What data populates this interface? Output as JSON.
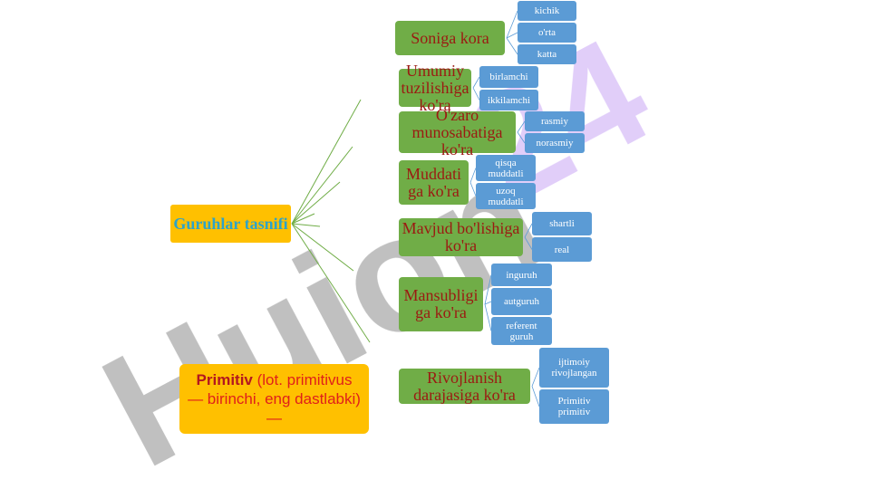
{
  "root": {
    "label": "Guruhlar tasnifi"
  },
  "categories": [
    {
      "label": "Soniga kora",
      "leaves": [
        "kichik",
        "o'rta",
        "katta"
      ]
    },
    {
      "label": "Umumiy tuzilishiga ko'ra",
      "leaves": [
        "birlamchi",
        "ikkilamchi"
      ]
    },
    {
      "label": "O'zaro munosabatiga ko'ra",
      "leaves": [
        "rasmiy",
        "norasmiy"
      ]
    },
    {
      "label": "Muddati ga ko'ra",
      "leaves": [
        "qisqa muddatli",
        "uzoq muddatli"
      ]
    },
    {
      "label": "Mavjud bo'lishiga ko'ra",
      "leaves": [
        "shartli",
        "real"
      ]
    },
    {
      "label": "Mansubligi ga ko'ra",
      "leaves": [
        "inguruh",
        "autguruh",
        "referent guruh"
      ]
    },
    {
      "label": "Rivojlanish darajasiga ko'ra",
      "leaves": [
        "ijtimoiy rivojlangan",
        "Primitiv primitiv"
      ]
    }
  ],
  "definition": {
    "term": "Primitiv",
    "text": " (lot. primitivus — birinchi, eng dastlabki)—"
  },
  "colors": {
    "root_fill": "#ffc000",
    "root_text": "#2ea3c8",
    "category_fill": "#70ad47",
    "category_text": "#9b1a12",
    "leaf_fill": "#5b9bd5",
    "leaf_text": "#ffffff",
    "definition_text": "#e0201a",
    "connector": "#70ad47"
  }
}
